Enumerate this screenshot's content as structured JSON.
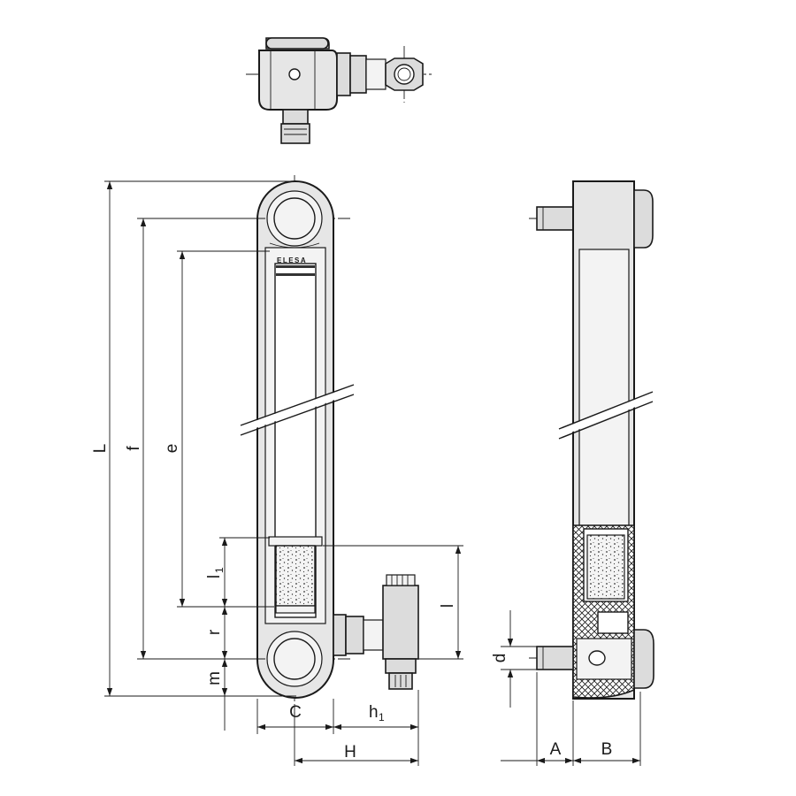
{
  "brand": "ELESA",
  "dimensions": {
    "L": "L",
    "f": "f",
    "e": "e",
    "l1_base": "l",
    "l1_sub": "1",
    "r": "r",
    "m": "m",
    "C": "C",
    "h1_base": "h",
    "h1_sub": "1",
    "H": "H",
    "l": "l",
    "d": "d",
    "A": "A",
    "B": "B"
  }
}
